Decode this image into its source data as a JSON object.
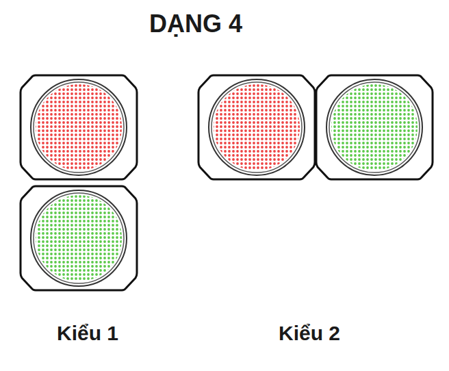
{
  "diagram": {
    "title": "DẠNG 4",
    "labels": [
      "Kiểu 1",
      "Kiểu 2"
    ]
  }
}
